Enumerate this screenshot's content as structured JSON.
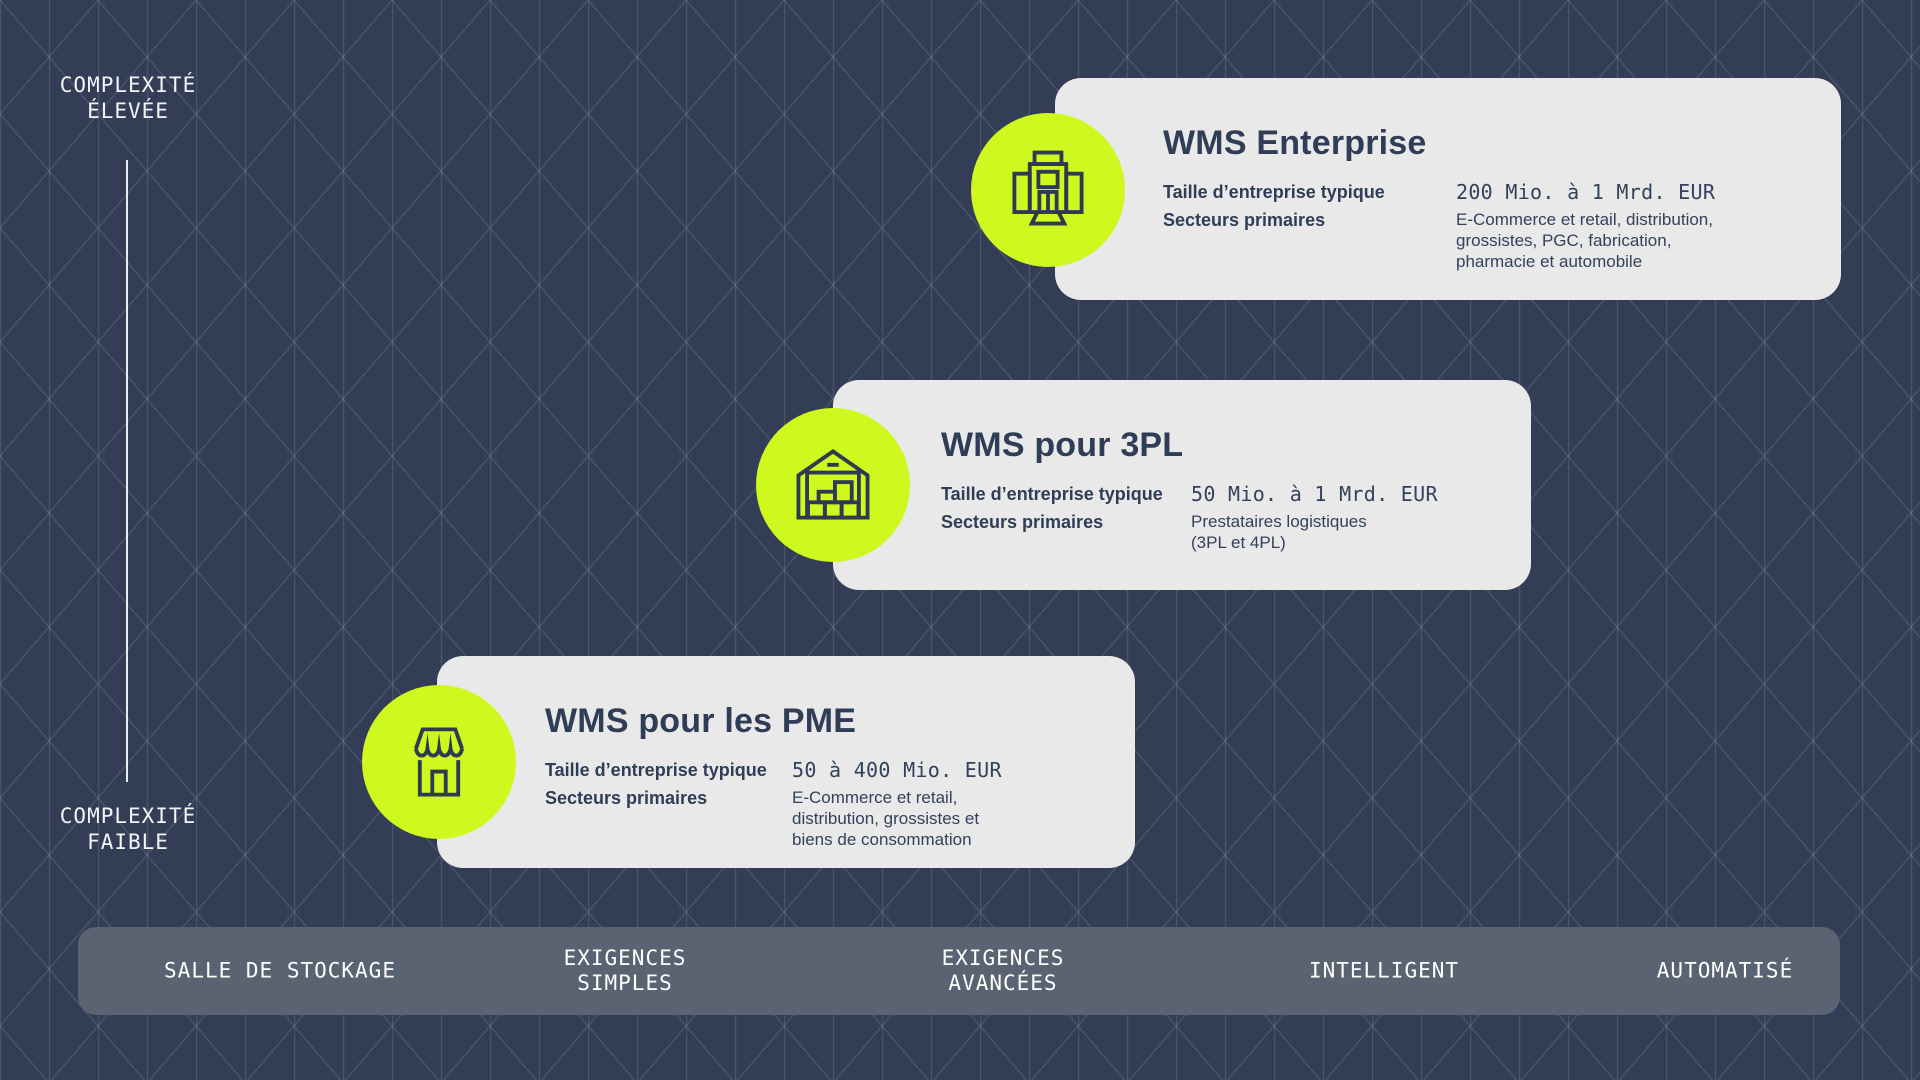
{
  "palette": {
    "background": "#333E56",
    "pattern_line": "#4C5870",
    "card_background": "#E9E9E9",
    "accent_lime": "#CEF81E",
    "text_dark_navy": "#2F3D57",
    "bar_background": "#5A6371",
    "bar_text": "#FFFFFF",
    "axis_color": "#F2F4F8"
  },
  "axis": {
    "top_label": "COMPLEXITÉ\nÉLEVÉE",
    "bottom_label": "COMPLEXITÉ\nFAIBLE"
  },
  "cards": [
    {
      "title": "WMS Enterprise",
      "icon": "enterprise-building-icon",
      "size_label": "Taille d’entreprise typique",
      "size_value": "200 Mio. à 1 Mrd. EUR",
      "sectors_label": "Secteurs primaires",
      "sectors_value": "E-Commerce et retail, distribution,\ngrossistes, PGC, fabrication,\npharmacie et automobile"
    },
    {
      "title": "WMS pour 3PL",
      "icon": "warehouse-icon",
      "size_label": "Taille d’entreprise typique",
      "size_value": "50 Mio. à 1 Mrd. EUR",
      "sectors_label": "Secteurs primaires",
      "sectors_value": "Prestataires logistiques\n(3PL et 4PL)"
    },
    {
      "title": "WMS pour les PME",
      "icon": "storefront-icon",
      "size_label": "Taille d’entreprise typique",
      "size_value": "50 à 400 Mio. EUR",
      "sectors_label": "Secteurs primaires",
      "sectors_value": "E-Commerce et retail,\ndistribution, grossistes et\nbiens de consommation"
    }
  ],
  "bar": {
    "segments": [
      "SALLE DE STOCKAGE",
      "EXIGENCES\nSIMPLES",
      "EXIGENCES\nAVANCÉES",
      "INTELLIGENT",
      "AUTOMATISÉ"
    ]
  }
}
